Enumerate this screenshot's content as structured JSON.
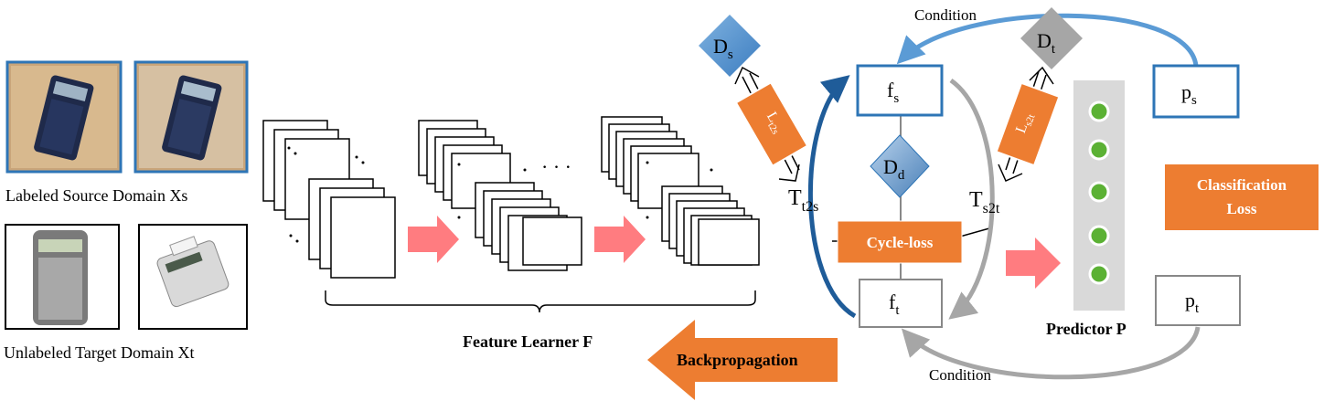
{
  "source_label": "Labeled Source Domain Xs",
  "target_label": "Unlabeled Target Domain Xt",
  "feature_learner": "Feature Learner F",
  "backprop": "Backpropagation",
  "cycle_loss": "Cycle-loss",
  "classification_loss": [
    "Classification",
    "Loss"
  ],
  "predictor": "Predictor P",
  "condition_top": "Condition",
  "condition_bottom": "Condition",
  "fs": {
    "main": "f",
    "sub": "s"
  },
  "ft": {
    "main": "f",
    "sub": "t"
  },
  "ps": {
    "main": "p",
    "sub": "s"
  },
  "pt": {
    "main": "p",
    "sub": "t"
  },
  "Ds": {
    "main": "D",
    "sub": "s"
  },
  "Dt": {
    "main": "D",
    "sub": "t"
  },
  "Dd": {
    "main": "D",
    "sub": "d"
  },
  "Tt2s": {
    "main": "T",
    "sub": "t2s"
  },
  "Ts2t": {
    "main": "T",
    "sub": "s2t"
  },
  "Lt2s": {
    "main": "L",
    "sub": "t2s"
  },
  "Ls2t": {
    "main": "L",
    "sub": "s2t"
  },
  "ellipsis": "· · ·",
  "colors": {
    "orange": "#ED7D31",
    "blue_box": "#2E75B6",
    "blue_diamond": "#5B9BD5",
    "gray_diamond": "#A6A6A6",
    "pink_arrow": "#FF7C80",
    "predictor_bar": "#D9D9D9",
    "green_dot": "#5BB134",
    "light_blue_arrow": "#5B9BD5",
    "gray_arrow": "#A6A6A6",
    "dark_blue_arrow": "#1F5C99"
  }
}
